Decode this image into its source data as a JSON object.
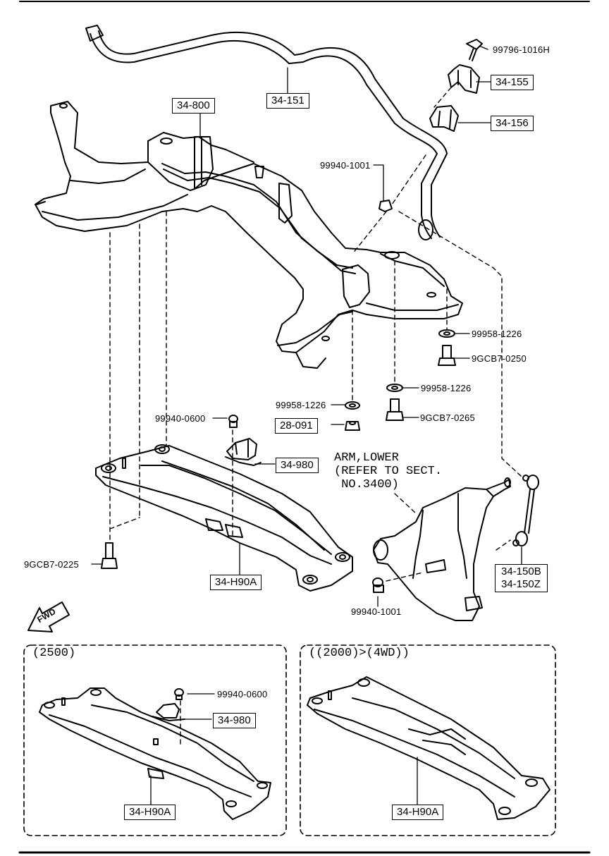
{
  "main_labels": {
    "stabilizer": "34-151",
    "crossmember": "34-800",
    "bushing_bracket": "34-155",
    "bushing": "34-156",
    "bolt_top": "99796-1016H",
    "nut_mid": "99940-1001",
    "washer_right": "99958-1226",
    "bolt_right": "9GCB7-0250",
    "washer_lower": "99958-1226",
    "bolt_lower": "9GCB7-0265",
    "washer_center": "99958-1226",
    "nut_center": "28-091",
    "nut_mount": "99940-0600",
    "mount": "34-980",
    "arm_note": "ARM,LOWER\n(REFER TO SECT.\n NO.3400)",
    "link": "34-150B\n34-150Z",
    "bolt_left": "9GCB7-0225",
    "member": "34-H90A",
    "nut_arm": "99940-1001",
    "fwd": "FWD"
  },
  "variant_2500": {
    "title": "(2500)",
    "nut": "99940-0600",
    "mount": "34-980",
    "member": "34-H90A"
  },
  "variant_2000_4wd": {
    "title": "((2000)>(4WD))",
    "member": "34-H90A"
  }
}
